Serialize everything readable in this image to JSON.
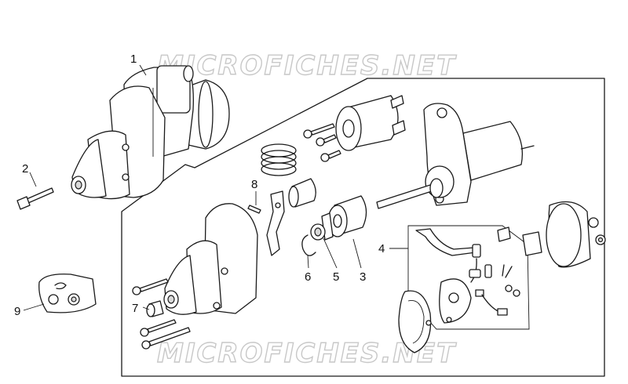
{
  "watermark": {
    "text_top": "MICROFICHES.NET",
    "text_bottom": "MICROFICHES.NET",
    "color": "#c8c8c8"
  },
  "callouts": [
    {
      "id": "1",
      "text": "1"
    },
    {
      "id": "2",
      "text": "2"
    },
    {
      "id": "3",
      "text": "3"
    },
    {
      "id": "4",
      "text": "4"
    },
    {
      "id": "5",
      "text": "5"
    },
    {
      "id": "6",
      "text": "6"
    },
    {
      "id": "7",
      "text": "7"
    },
    {
      "id": "8",
      "text": "8"
    },
    {
      "id": "9",
      "text": "9"
    }
  ],
  "colors": {
    "line": "#1a1a1a",
    "background": "#ffffff"
  }
}
